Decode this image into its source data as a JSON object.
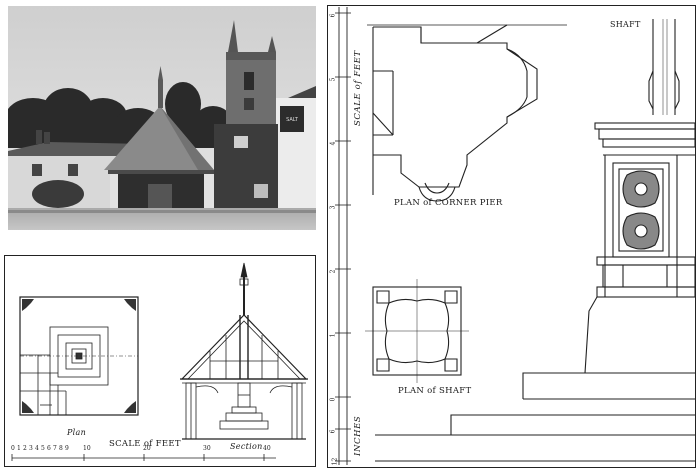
{
  "photo": {
    "sign_text": "SALT"
  },
  "plan_panel": {
    "plan_caption": "Plan",
    "section_caption": "Section",
    "scale_label": "SCALE of FEET",
    "scale_ticks": [
      "0",
      "1",
      "2",
      "3",
      "4",
      "5",
      "6",
      "7",
      "8",
      "9",
      "10",
      "20",
      "30",
      "40"
    ]
  },
  "detail_panel": {
    "scale_of_feet_label": "SCALE of FEET",
    "inches_label": "INCHES",
    "shaft_title": "SHAFT",
    "corner_pier_caption": "PLAN of CORNER PIER",
    "plan_shaft_caption": "PLAN of SHAFT",
    "ruler_marks": [
      "6",
      "5",
      "4",
      "3",
      "2",
      "1",
      "0",
      "6",
      "12"
    ]
  }
}
